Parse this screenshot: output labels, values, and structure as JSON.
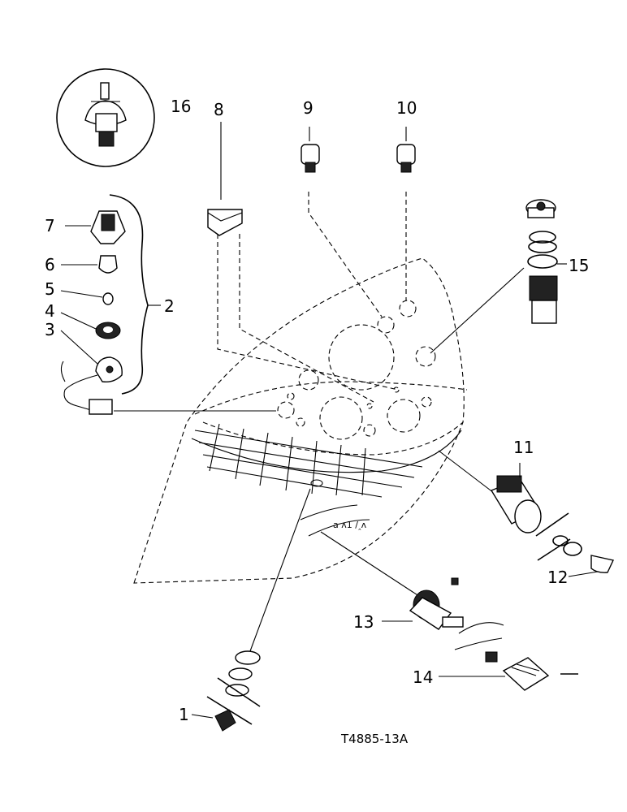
{
  "diagram": {
    "callouts": {
      "c1": "1",
      "c2": "2",
      "c3": "3",
      "c4": "4",
      "c5": "5",
      "c6": "6",
      "c7": "7",
      "c8": "8",
      "c9": "9",
      "c10": "10",
      "c11": "11",
      "c12": "12",
      "c13": "13",
      "c14": "14",
      "c15": "15",
      "c16": "16"
    },
    "reference_code": "T4885-13A"
  }
}
